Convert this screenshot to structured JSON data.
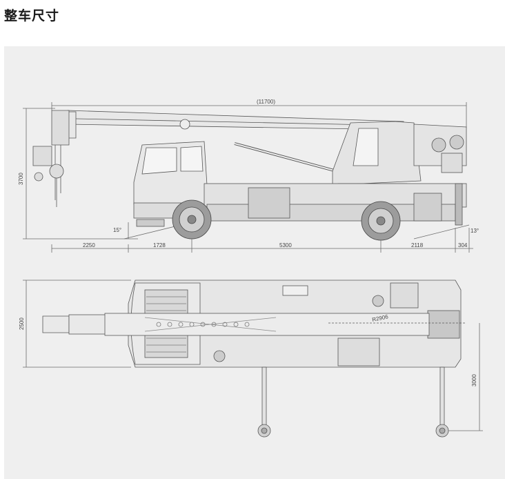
{
  "page": {
    "title": "整车尺寸"
  },
  "side_view": {
    "overall_length": "(11700)",
    "height": "3700",
    "front_overhang": "2250",
    "front_axle": "1728",
    "wheelbase": "5300",
    "rear_axle": "2118",
    "rear_overhang": "304",
    "approach_angle": "15°",
    "departure_angle": "13°"
  },
  "top_view": {
    "width": "2500",
    "turn_radius": "R2906",
    "outrigger_span": "3000"
  }
}
